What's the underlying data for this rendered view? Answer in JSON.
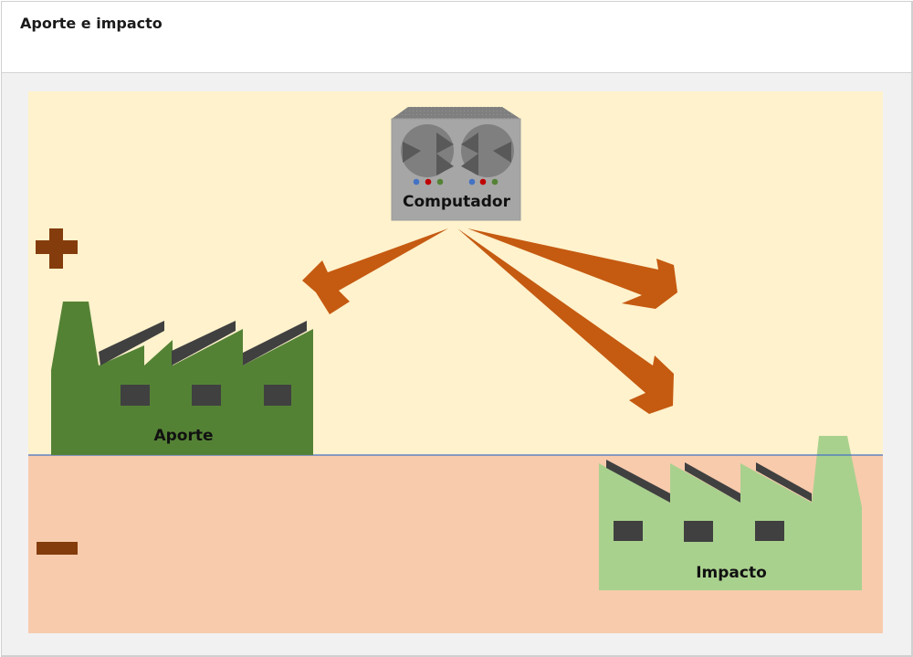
{
  "header": {
    "title": "Aporte e impacto"
  },
  "diagram": {
    "positive_zone": {
      "symbol": "plus",
      "color": "#fff2cc"
    },
    "negative_zone": {
      "symbol": "minus",
      "color": "#f8cbad"
    },
    "divider_color": "#4472c4",
    "sign_color": "#843c0c",
    "arrow_color": "#c55a11",
    "computer": {
      "label": "Computador",
      "led_colors": [
        "#4472c4",
        "#c00000",
        "#548235"
      ]
    },
    "factory_positive": {
      "label": "Aporte",
      "color": "#548235"
    },
    "factory_negative": {
      "label": "Impacto",
      "color": "#a9d18e"
    },
    "arrows": [
      {
        "from": "Computador",
        "direction": "down-left"
      },
      {
        "from": "Computador",
        "direction": "right"
      },
      {
        "from": "Computador",
        "direction": "down-right"
      }
    ]
  }
}
